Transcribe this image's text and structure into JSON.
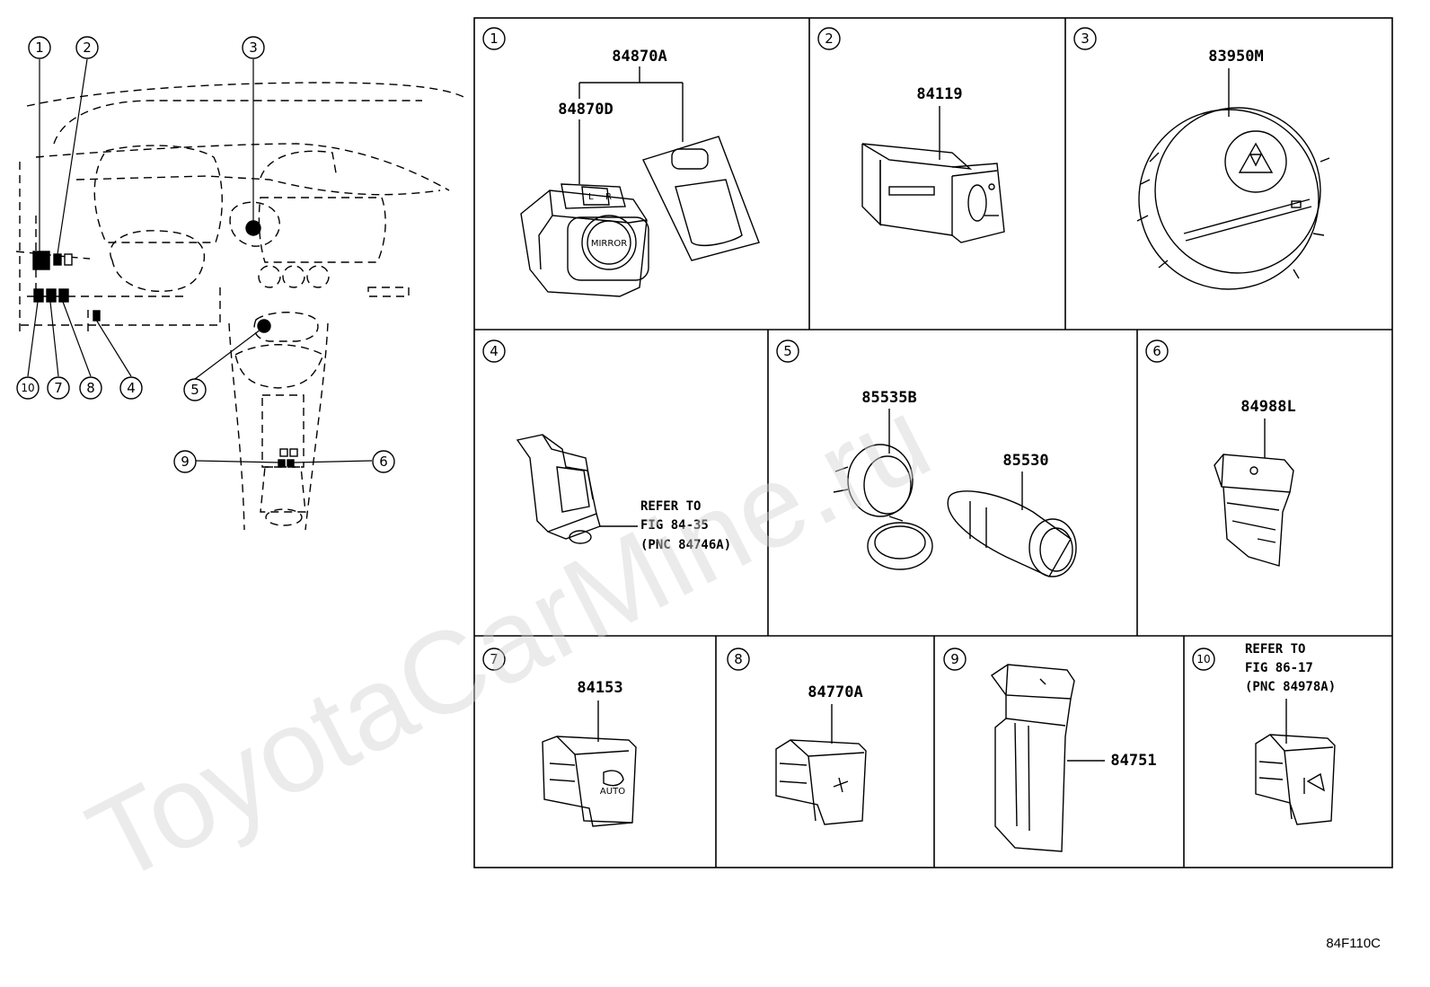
{
  "watermark": "ToyotaCarMine.ru",
  "figure_code": "84F110C",
  "callouts": [
    "1",
    "2",
    "3",
    "4",
    "5",
    "6",
    "7",
    "8",
    "9",
    "10"
  ],
  "panels": [
    {
      "num": "1",
      "parts": [
        "84870A",
        "84870D"
      ],
      "labels": [
        "MIRROR",
        "L",
        "R"
      ]
    },
    {
      "num": "2",
      "parts": [
        "84119"
      ]
    },
    {
      "num": "3",
      "parts": [
        "83950M"
      ]
    },
    {
      "num": "4",
      "refer": [
        "REFER TO",
        "FIG 84-35",
        "(PNC 84746A)"
      ]
    },
    {
      "num": "5",
      "parts": [
        "85535B",
        "85530"
      ]
    },
    {
      "num": "6",
      "parts": [
        "84988L"
      ]
    },
    {
      "num": "7",
      "parts": [
        "84153"
      ],
      "labels": [
        "AUTO"
      ]
    },
    {
      "num": "8",
      "parts": [
        "84770A"
      ]
    },
    {
      "num": "9",
      "parts": [
        "84751"
      ]
    },
    {
      "num": "10",
      "refer": [
        "REFER TO",
        "FIG 86-17",
        "(PNC 84978A)"
      ]
    }
  ]
}
